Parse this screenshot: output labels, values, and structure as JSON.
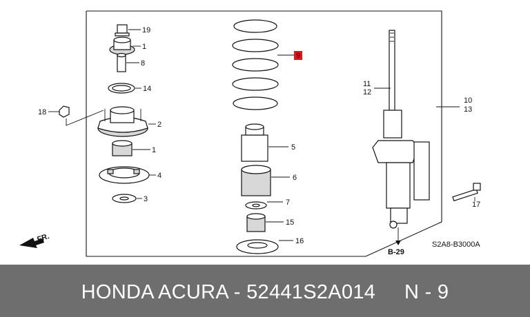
{
  "diagram": {
    "callouts": {
      "c19": "19",
      "c1a": "1",
      "c8": "8",
      "c14": "14",
      "c18": "18",
      "c2": "2",
      "c1b": "1",
      "c4": "4",
      "c3": "3",
      "c9": "9",
      "c5": "5",
      "c6": "6",
      "c7": "7",
      "c15": "15",
      "c16": "16",
      "c11": "11",
      "c12": "12",
      "c10": "10",
      "c13": "13",
      "c17": "17"
    },
    "direction_label": "FR.",
    "ref_label": "B-29",
    "drawing_code": "S2A8-B3000A",
    "highlight_color": "#e8141c"
  },
  "footer": {
    "text": "HONDA ACURA - 52441S2A014     N - 9"
  }
}
